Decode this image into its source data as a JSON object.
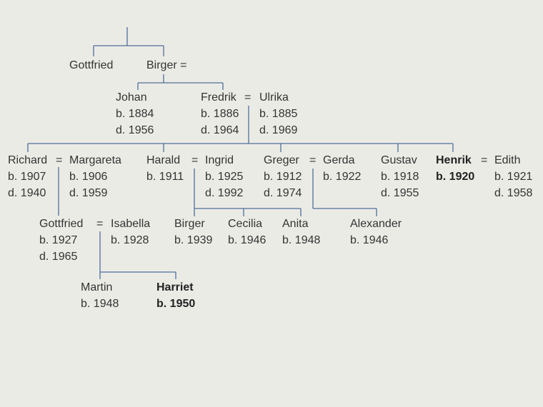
{
  "people": {
    "gottfried_elder": {
      "name": "Gottfried"
    },
    "birger_elder": {
      "name": "Birger ="
    },
    "johan": {
      "name": "Johan",
      "born": "b. 1884",
      "died": "d. 1956"
    },
    "fredrik": {
      "name": "Fredrik",
      "born": "b. 1886",
      "died": "d. 1964"
    },
    "ulrika": {
      "name": "Ulrika",
      "born": "b. 1885",
      "died": "d. 1969"
    },
    "richard": {
      "name": "Richard",
      "born": "b. 1907",
      "died": "d. 1940"
    },
    "margareta": {
      "name": "Margareta",
      "born": "b. 1906",
      "died": "d. 1959"
    },
    "harald": {
      "name": "Harald",
      "born": "b. 1911"
    },
    "ingrid": {
      "name": "Ingrid",
      "born": "b. 1925",
      "died": "d. 1992"
    },
    "greger": {
      "name": "Greger",
      "born": "b. 1912",
      "died": "d. 1974"
    },
    "gerda": {
      "name": "Gerda",
      "born": "b. 1922"
    },
    "gustav": {
      "name": "Gustav",
      "born": "b. 1918",
      "died": "d. 1955"
    },
    "henrik": {
      "name": "Henrik",
      "born": "b. 1920"
    },
    "edith": {
      "name": "Edith",
      "born": "b. 1921",
      "died": "d. 1958"
    },
    "gottfried_younger": {
      "name": "Gottfried",
      "born": "b. 1927",
      "died": "d. 1965"
    },
    "isabella": {
      "name": "Isabella",
      "born": "b. 1928"
    },
    "birger_younger": {
      "name": "Birger",
      "born": "b. 1939"
    },
    "cecilia": {
      "name": "Cecilia",
      "born": "b. 1946"
    },
    "anita": {
      "name": "Anita",
      "born": "b. 1948"
    },
    "alexander": {
      "name": "Alexander",
      "born": "b. 1946"
    },
    "martin": {
      "name": "Martin",
      "born": "b. 1948"
    },
    "harriet": {
      "name": "Harriet",
      "born": "b. 1950"
    }
  },
  "marriage_symbol": "=",
  "colors": {
    "background": "#ebebe6",
    "line": "#4f6f9a",
    "text": "#333333"
  }
}
